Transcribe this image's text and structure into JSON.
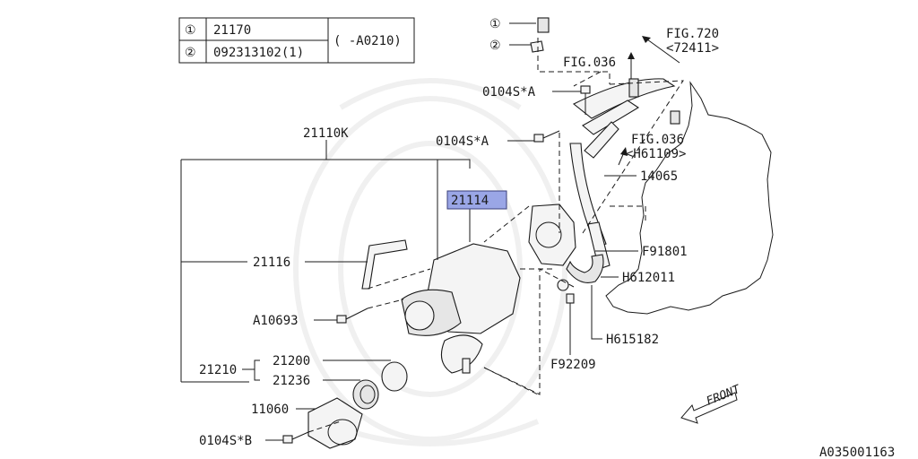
{
  "legend": {
    "rows": [
      {
        "num": "①",
        "part": "21170"
      },
      {
        "num": "②",
        "part": "092313102(1)"
      }
    ],
    "note": "( -A0210)"
  },
  "refs": {
    "fig720_title": "FIG.720",
    "fig720_code": "<72411>",
    "fig036_top": "FIG.036",
    "fig036_mid_title": "FIG.036",
    "fig036_mid_code": "<H61109>"
  },
  "callouts": {
    "c1": "①",
    "c2": "②",
    "bolt_a_top": "0104S*A",
    "bolt_a_mid": "0104S*A",
    "assy": "21110K",
    "hl_part": "21114",
    "p14065": "14065",
    "p21116": "21116",
    "pF91801": "F91801",
    "pH612011": "H612011",
    "pA10693": "A10693",
    "pH615182": "H615182",
    "p21200": "21200",
    "p21210": "21210",
    "p21236": "21236",
    "pF92209": "F92209",
    "p11060": "11060",
    "bolt_b": "0104S*B",
    "front": "FRONT"
  },
  "diagram_id": "A035001163"
}
